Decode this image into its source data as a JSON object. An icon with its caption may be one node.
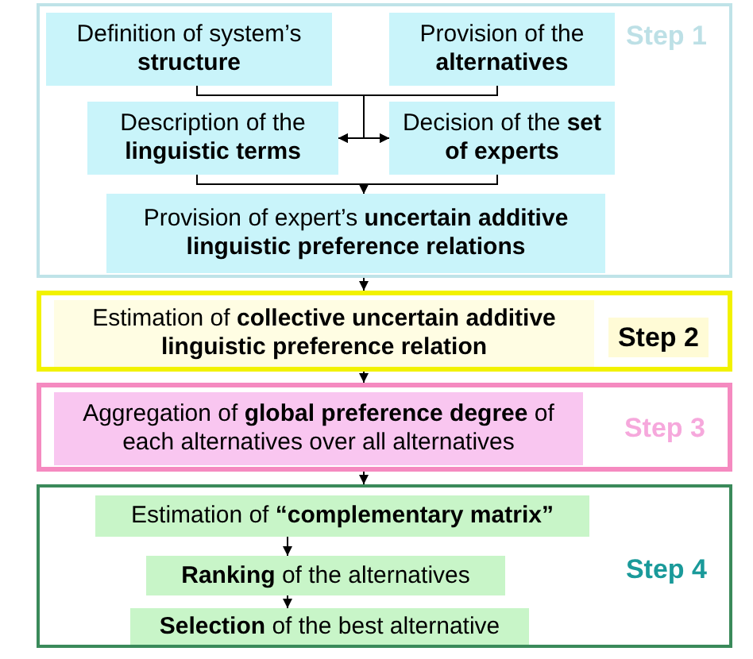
{
  "diagram": {
    "nodes": [
      {
        "text": [
          "Step 1"
        ]
      },
      {
        "text": [
          "Definition of system’s **structure**"
        ],
        "in": 0
      },
      {
        "text": [
          "Provision of the **alternatives**"
        ],
        "in": 0
      },
      {
        "text": [
          "Description of the **linguistic terms**"
        ],
        "in": 0
      },
      {
        "text": [
          "Decision of the **set of experts**"
        ],
        "in": 0
      },
      {
        "text": [
          "Provision of expert’s **uncertain additive linguistic preference relations**"
        ],
        "in": 0
      },
      {
        "text": [
          "Step 2"
        ]
      },
      {
        "text": [
          "Estimation of **collective uncertain additive linguistic preference relation**"
        ],
        "in": 6
      },
      {
        "text": [
          "Step 3"
        ]
      },
      {
        "text": [
          "Aggregation of **global preference degree** of each alternatives over all alternatives"
        ],
        "in": 8
      },
      {
        "text": [
          "Step 4"
        ]
      },
      {
        "text": [
          "Estimation of **“complementary matrix”**"
        ],
        "in": 10
      },
      {
        "text": [
          "**Ranking** of the alternatives"
        ],
        "in": 10
      },
      {
        "text": [
          "**Selection** of the best alternative"
        ],
        "in": 10
      }
    ],
    "edges": [
      {
        "from": 1,
        "to": 3,
        "arrow": "to"
      },
      {
        "from": 1,
        "to": 4,
        "arrow": "to"
      },
      {
        "from": 2,
        "to": 3,
        "arrow": "to"
      },
      {
        "from": 2,
        "to": 4,
        "arrow": "to"
      },
      {
        "from": 3,
        "to": 5,
        "arrow": "to"
      },
      {
        "from": 4,
        "to": 5,
        "arrow": "to"
      },
      {
        "from": 0,
        "to": 6,
        "arrow": "to"
      },
      {
        "from": 6,
        "to": 8,
        "arrow": "to"
      },
      {
        "from": 8,
        "to": 10,
        "arrow": "to"
      },
      {
        "from": 11,
        "to": 12,
        "arrow": "to"
      },
      {
        "from": 12,
        "to": 13,
        "arrow": "to"
      }
    ]
  }
}
